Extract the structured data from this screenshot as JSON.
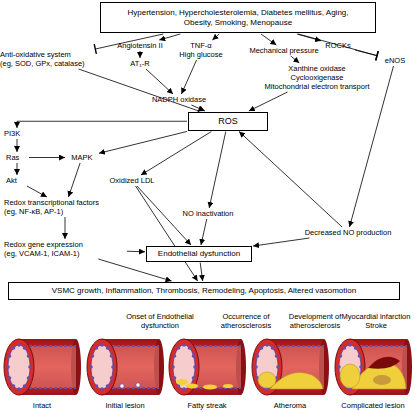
{
  "diagram": {
    "nodes": [
      {
        "text": [
          "Hypertension, Hypercholesterolemia, Diabetes mellitus, Aging, Obesity, Smoking, Menopause"
        ]
      },
      {
        "text": [
          "Anti-oxidative system",
          "(eg, SOD, GPx, catalase)"
        ]
      },
      {
        "text": [
          "Angiotensin II"
        ]
      },
      {
        "text": [
          "AT₁-R"
        ]
      },
      {
        "text": [
          "TNF-α",
          "High glucose"
        ]
      },
      {
        "text": [
          "Mechanical pressure"
        ]
      },
      {
        "text": [
          "ROCKs"
        ]
      },
      {
        "text": [
          "eNOS"
        ]
      },
      {
        "text": [
          "Xanthine oxidase",
          "Cyclooxigenase",
          "Mitochondrial electron transport"
        ]
      },
      {
        "text": [
          "NADPH oxidase"
        ]
      },
      {
        "text": [
          "ROS"
        ]
      },
      {
        "text": [
          "PI3K"
        ]
      },
      {
        "text": [
          "Ras"
        ]
      },
      {
        "text": [
          "Akt"
        ]
      },
      {
        "text": [
          "MAPK"
        ]
      },
      {
        "text": [
          "Oxidized LDL"
        ]
      },
      {
        "text": [
          "Redox transcriptional factors",
          "(eg, NF-κB, AP-1)"
        ]
      },
      {
        "text": [
          "NO inactivation"
        ]
      },
      {
        "text": [
          "Decreased NO production"
        ]
      },
      {
        "text": [
          "Redox gene expression",
          "(eg, VCAM-1, ICAM-1)"
        ]
      },
      {
        "text": [
          "Endothelial dysfunction"
        ]
      },
      {
        "text": [
          "VSMC growth, Inflammation, Thrombosis, Remodeling, Apoptosis, Altered vasomotion"
        ]
      }
    ],
    "edges": [
      {
        "from": 0,
        "to": 1,
        "arrow": "to"
      },
      {
        "from": 0,
        "to": 2,
        "arrow": "to"
      },
      {
        "from": 0,
        "to": 4,
        "arrow": "to"
      },
      {
        "from": 0,
        "to": 5,
        "arrow": "to"
      },
      {
        "from": 0,
        "to": 6,
        "arrow": "to"
      },
      {
        "from": 0,
        "to": 7,
        "arrow": "to"
      },
      {
        "from": 2,
        "to": 3,
        "arrow": "to"
      },
      {
        "from": 3,
        "to": 9,
        "arrow": "to"
      },
      {
        "from": 4,
        "to": 9,
        "arrow": "to"
      },
      {
        "from": 5,
        "to": 8,
        "arrow": "to"
      },
      {
        "from": 6,
        "to": 7,
        "arrow": "to"
      },
      {
        "from": 8,
        "to": 10,
        "arrow": "to"
      },
      {
        "from": 9,
        "to": 10,
        "arrow": "to"
      },
      {
        "from": 1,
        "to": 10,
        "arrow": "to"
      },
      {
        "from": 10,
        "to": 11,
        "arrow": "to"
      },
      {
        "from": 10,
        "to": 14,
        "arrow": "to"
      },
      {
        "from": 10,
        "to": 15,
        "arrow": "to"
      },
      {
        "from": 10,
        "to": 17,
        "arrow": "to"
      },
      {
        "from": 7,
        "to": 18,
        "arrow": "to"
      },
      {
        "from": 18,
        "to": 10,
        "arrow": "to"
      },
      {
        "from": 18,
        "to": 20,
        "arrow": "to"
      },
      {
        "from": 11,
        "to": 12,
        "arrow": "to"
      },
      {
        "from": 12,
        "to": 13,
        "arrow": "to"
      },
      {
        "from": 12,
        "to": 14,
        "arrow": "to"
      },
      {
        "from": 13,
        "to": 16,
        "arrow": "to"
      },
      {
        "from": 14,
        "to": 16,
        "arrow": "to"
      },
      {
        "from": 16,
        "to": 19,
        "arrow": "to"
      },
      {
        "from": 15,
        "to": 20,
        "arrow": "to"
      },
      {
        "from": 17,
        "to": 20,
        "arrow": "to"
      },
      {
        "from": 19,
        "to": 20,
        "arrow": "to"
      },
      {
        "from": 15,
        "to": 21,
        "arrow": "to"
      },
      {
        "from": 19,
        "to": 21,
        "arrow": "to"
      },
      {
        "from": 20,
        "to": 21,
        "arrow": "to"
      }
    ],
    "labels": [
      "Onset of Endothelial dysfunction",
      "Occurrence of atherosclerosis",
      "Development of atherosclerosis",
      "Myocardial infarction Stroke",
      "Intact",
      "Initial lesion",
      "Fatty streak",
      "Atheroma",
      "Complicated lesion"
    ]
  }
}
